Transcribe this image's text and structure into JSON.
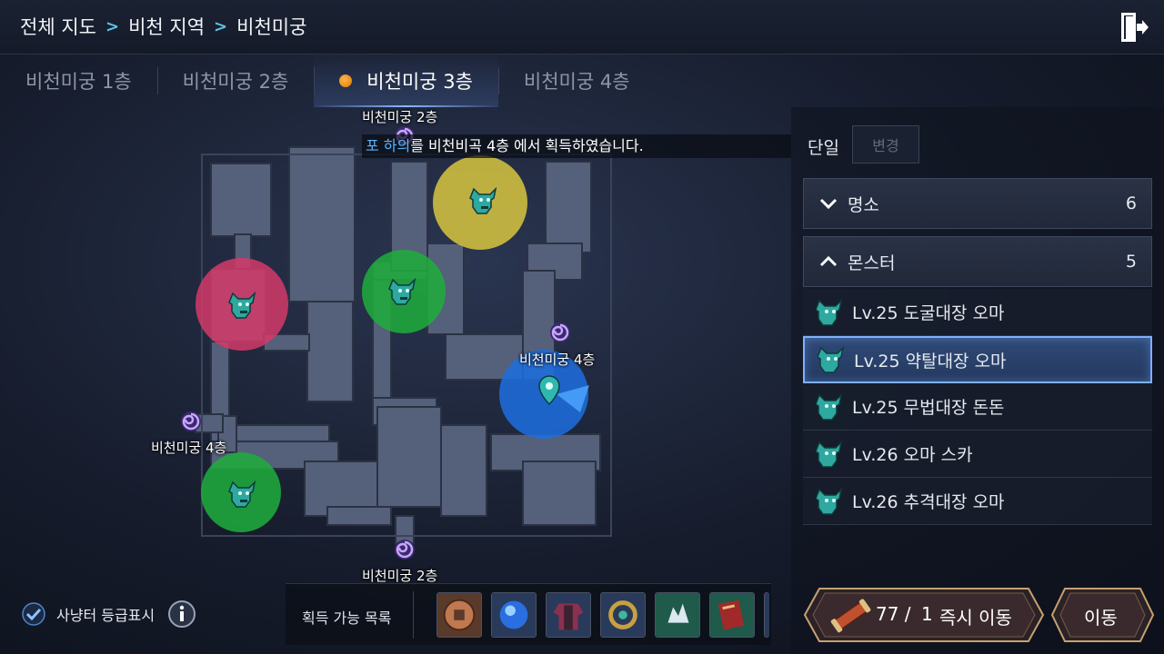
{
  "breadcrumb": [
    "전체 지도",
    "비천 지역",
    "비천미궁"
  ],
  "tabs": [
    {
      "label": "비천미궁 1층",
      "active": false
    },
    {
      "label": "비천미궁 2층",
      "active": false
    },
    {
      "label": "비천미궁 3층",
      "active": true
    },
    {
      "label": "비천미궁 4층",
      "active": false
    }
  ],
  "map": {
    "portal_labels": [
      "비천미궁 2층",
      "비천미궁 4층",
      "비천미궁 4층",
      "비천미궁 2층"
    ],
    "notice": {
      "highlight": "포 하의",
      "text": "를 비천비곡 4층 에서 획득하였습니다."
    },
    "marker_colors": {
      "yellow": "#d8c640",
      "red": "#d43a68",
      "green": "#1fae3c",
      "blue": "#1d6fe0"
    }
  },
  "filter": {
    "label": "단일",
    "button": "변경"
  },
  "sections": {
    "landmarks": {
      "label": "명소",
      "count": "6"
    },
    "monsters": {
      "label": "몬스터",
      "count": "5"
    }
  },
  "monsters": [
    {
      "name": "Lv.25 도굴대장 오마",
      "selected": false
    },
    {
      "name": "Lv.25 약탈대장 오마",
      "selected": true
    },
    {
      "name": "Lv.25 무법대장 돈돈",
      "selected": false
    },
    {
      "name": "Lv.26 오마 스카",
      "selected": false
    },
    {
      "name": "Lv.26 추격대장 오마",
      "selected": false
    }
  ],
  "bottom": {
    "grade_label": "사냥터 등급표시",
    "loot_label": "획득 가능 목록",
    "teleport": {
      "count": "77 /",
      "cost": "1",
      "label": "즉시 이동"
    },
    "move_label": "이동"
  },
  "icons": [
    "chevron-right-icon",
    "exit-door-icon",
    "portal-swirl-icon",
    "monster-face-icon",
    "location-pin-icon",
    "checkmark-icon",
    "info-icon",
    "scroll-icon"
  ]
}
